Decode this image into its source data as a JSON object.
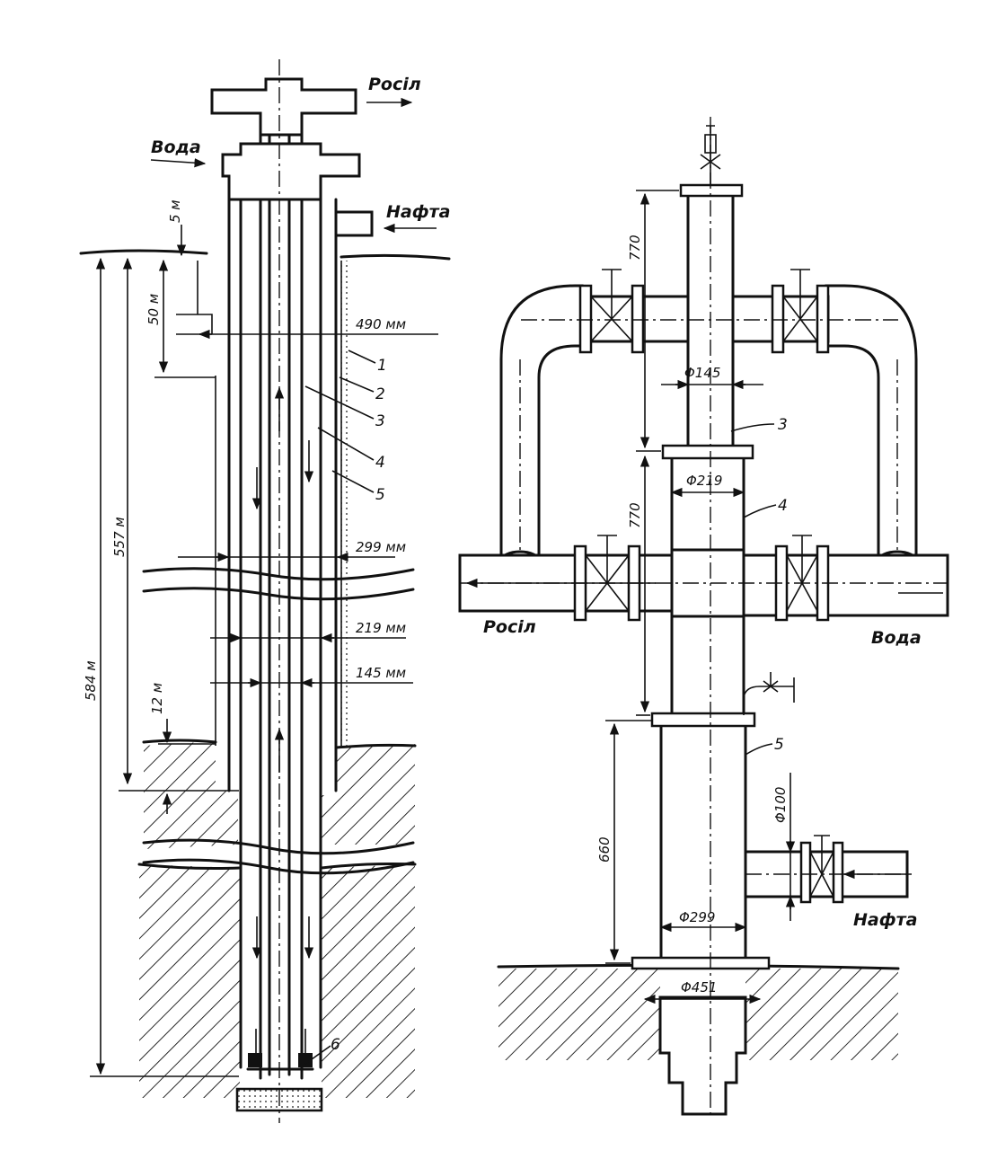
{
  "left": {
    "flows": {
      "brine": "Росіл",
      "water": "Вода",
      "oil": "Нафта"
    },
    "dims": {
      "d490": "490 мм",
      "d299": "299 мм",
      "d219": "219 мм",
      "d145": "145 мм",
      "h5": "5 м",
      "h50": "50 м",
      "h557": "557 м",
      "h584": "584 м",
      "h12": "12 м"
    },
    "parts": [
      "1",
      "2",
      "3",
      "4",
      "5",
      "6"
    ]
  },
  "right": {
    "flows": {
      "brine": "Росіл",
      "water": "Вода",
      "oil": "Нафта"
    },
    "dims": {
      "h770a": "770",
      "h770b": "770",
      "h660": "660",
      "d145": "Φ145",
      "d219": "Φ219",
      "d299": "Φ299",
      "d451": "Φ451",
      "d100": "Φ100"
    },
    "parts": [
      "3",
      "4",
      "5"
    ]
  }
}
